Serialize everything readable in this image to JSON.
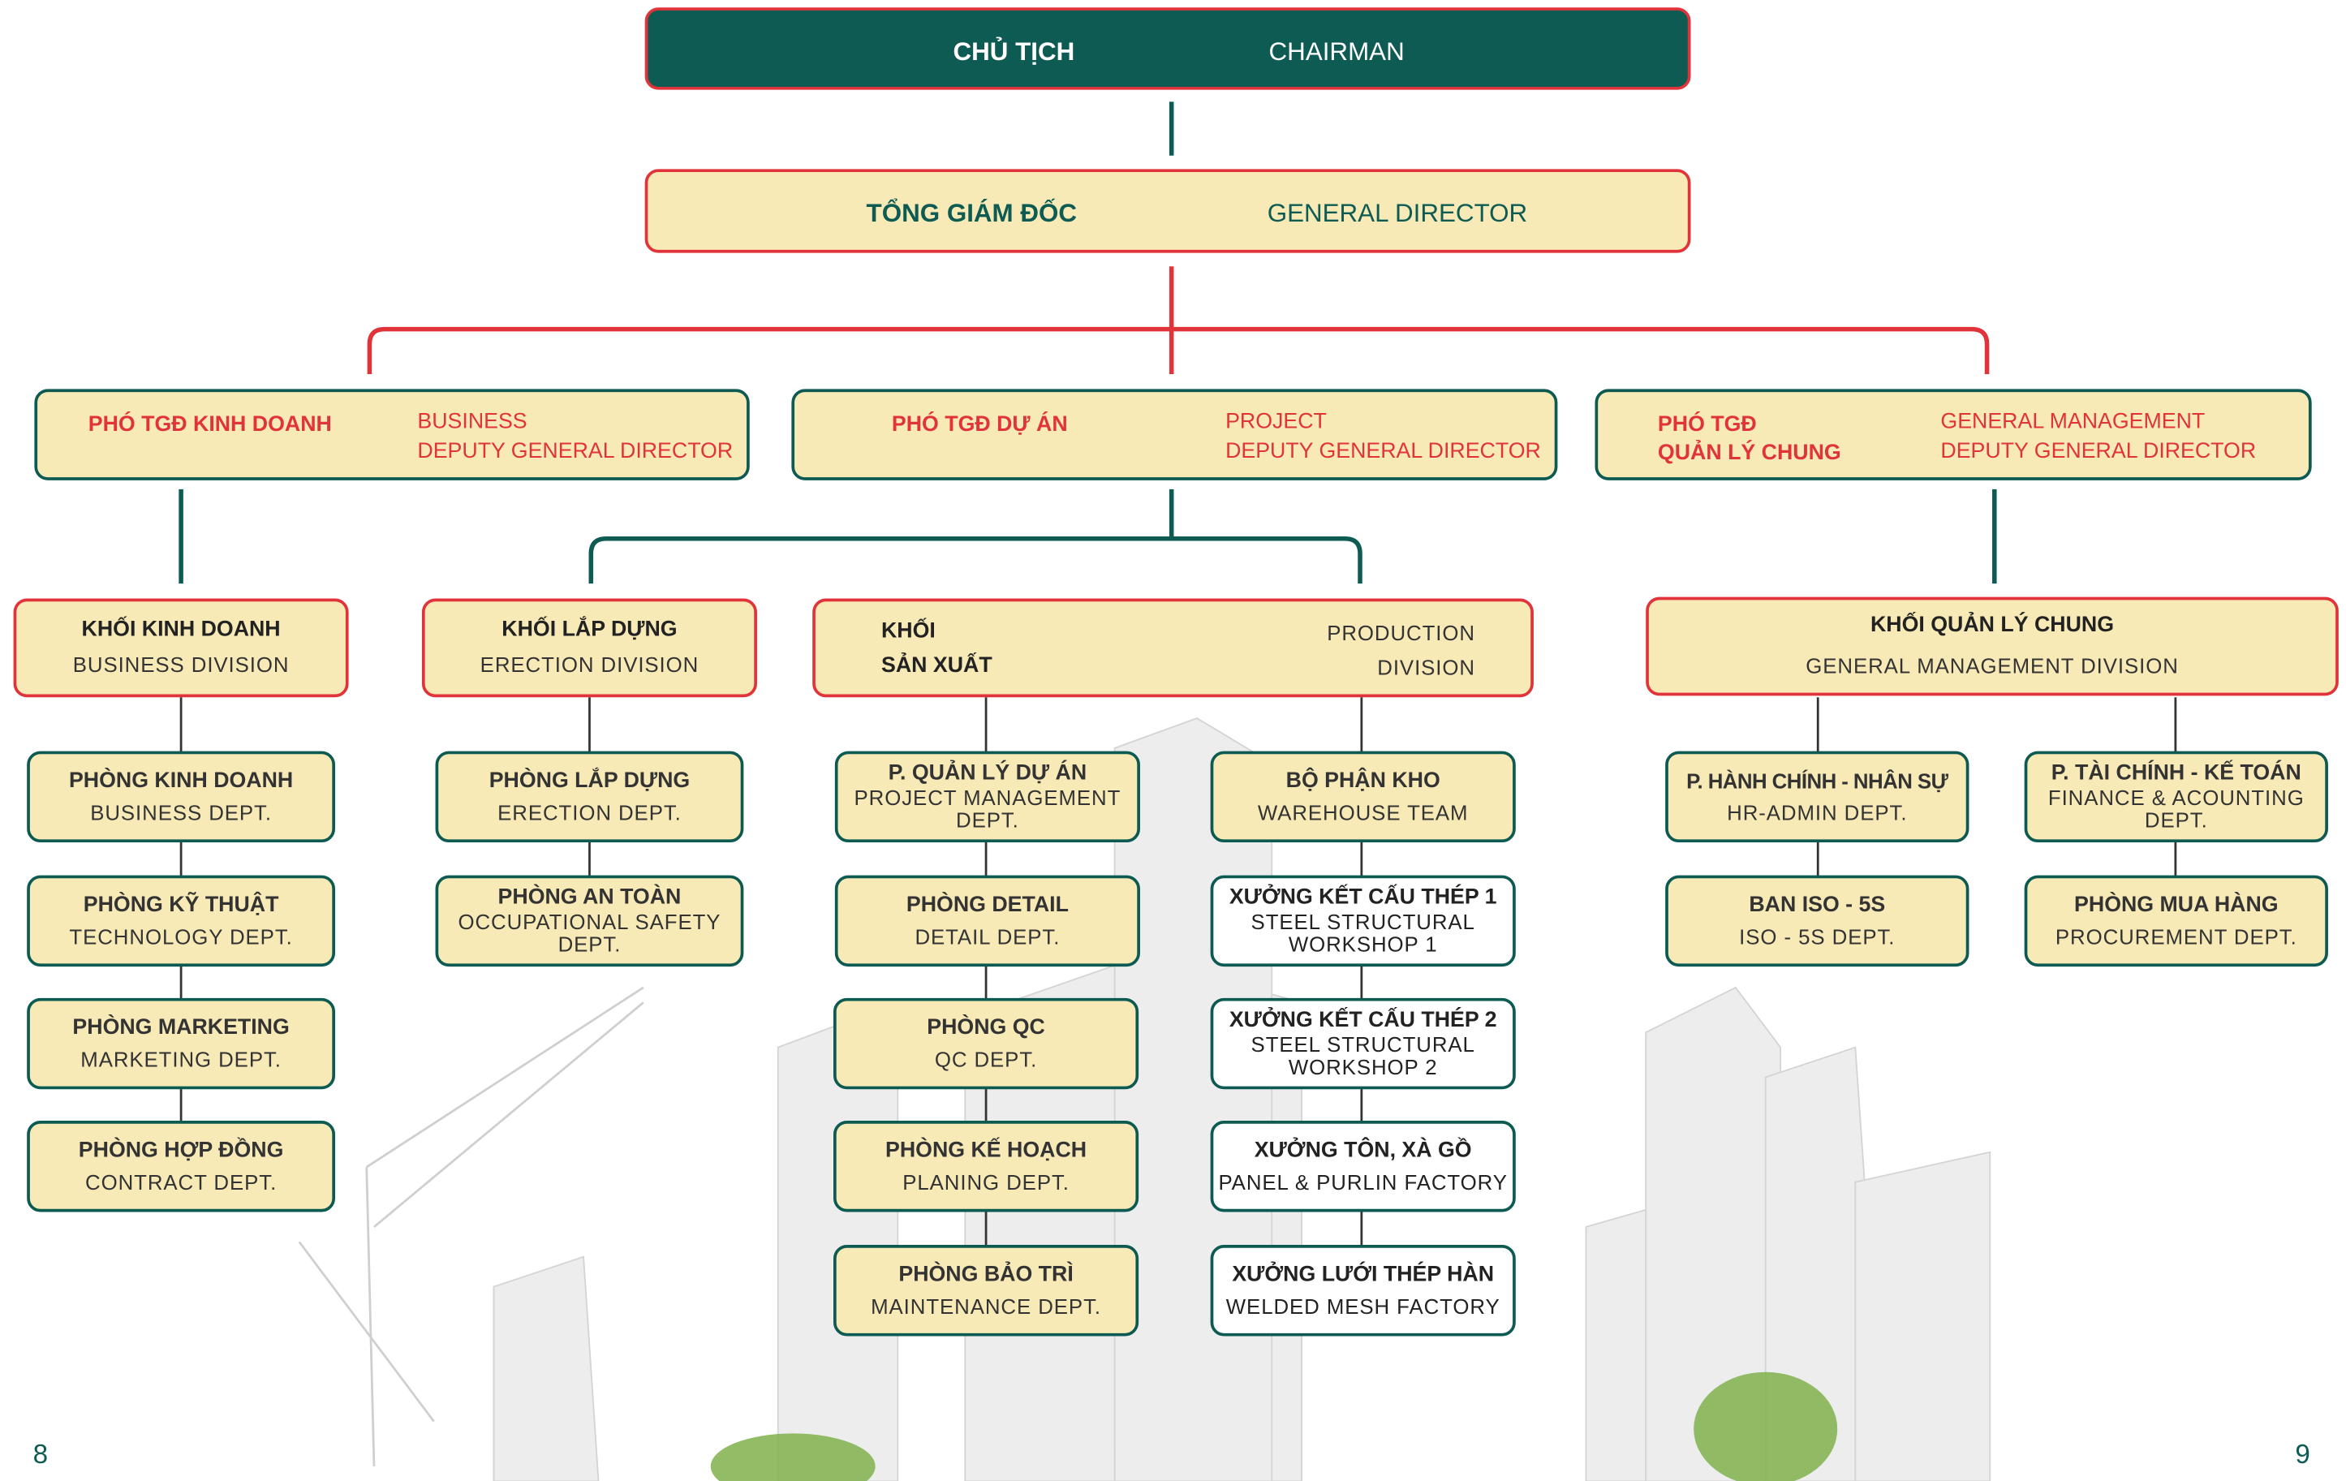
{
  "top": {
    "chairman": {
      "vi": "CHỦ TỊCH",
      "en": "CHAIRMAN"
    },
    "general_director": {
      "vi": "TỔNG GIÁM ĐỐC",
      "en": "GENERAL DIRECTOR"
    }
  },
  "deputies": {
    "business": {
      "vi": "PHÓ TGĐ KINH DOANH",
      "en1": "BUSINESS",
      "en2": "DEPUTY GENERAL DIRECTOR"
    },
    "project": {
      "vi": "PHÓ TGĐ DỰ ÁN",
      "en1": "PROJECT",
      "en2": "DEPUTY GENERAL DIRECTOR"
    },
    "general": {
      "vi1": "PHÓ TGĐ",
      "vi2": "QUẢN LÝ CHUNG",
      "en1": "GENERAL MANAGEMENT",
      "en2": "DEPUTY GENERAL DIRECTOR"
    }
  },
  "divisions": {
    "business": {
      "vi": "KHỐI KINH DOANH",
      "en": "BUSINESS DIVISION"
    },
    "erection": {
      "vi": "KHỐI LẮP DỰNG",
      "en": "ERECTION DIVISION"
    },
    "production": {
      "vi1": "KHỐI",
      "vi2": "SẢN XUẤT",
      "en1": "PRODUCTION",
      "en2": "DIVISION"
    },
    "general": {
      "vi": "KHỐI QUẢN LÝ CHUNG",
      "en": "GENERAL MANAGEMENT DIVISION"
    }
  },
  "business_depts": [
    {
      "vi": "PHÒNG KINH DOANH",
      "en": "BUSINESS DEPT."
    },
    {
      "vi": "PHÒNG KỸ THUẬT",
      "en": "TECHNOLOGY DEPT."
    },
    {
      "vi": "PHÒNG MARKETING",
      "en": "MARKETING DEPT."
    },
    {
      "vi": "PHÒNG HỢP ĐỒNG",
      "en": "CONTRACT DEPT."
    }
  ],
  "erection_depts": [
    {
      "vi": "PHÒNG LẮP DỰNG",
      "en": "ERECTION DEPT."
    },
    {
      "vi": "PHÒNG AN TOÀN",
      "en": "OCCUPATIONAL SAFETY",
      "en2": "DEPT."
    }
  ],
  "production_office_depts": [
    {
      "vi": "P. QUẢN LÝ DỰ ÁN",
      "en": "PROJECT MANAGEMENT",
      "en2": "DEPT."
    },
    {
      "vi": "PHÒNG DETAIL",
      "en": "DETAIL DEPT."
    },
    {
      "vi": "PHÒNG QC",
      "en": "QC DEPT."
    },
    {
      "vi": "PHÒNG KẾ HOẠCH",
      "en": "PLANING DEPT."
    },
    {
      "vi": "PHÒNG BẢO TRÌ",
      "en": "MAINTENANCE DEPT."
    }
  ],
  "production_factories": [
    {
      "vi": "BỘ PHẬN KHO",
      "en": "WAREHOUSE TEAM"
    },
    {
      "vi": "XƯỞNG KẾT CẤU THÉP 1",
      "en": "STEEL STRUCTURAL",
      "en2": "WORKSHOP 1"
    },
    {
      "vi": "XƯỞNG KẾT CẤU THÉP 2",
      "en": "STEEL STRUCTURAL",
      "en2": "WORKSHOP 2"
    },
    {
      "vi": "XƯỞNG TÔN, XÀ GỒ",
      "en": "PANEL & PURLIN FACTORY"
    },
    {
      "vi": "XƯỞNG LƯỚI THÉP HÀN",
      "en": "WELDED MESH FACTORY"
    }
  ],
  "general_depts_left": [
    {
      "vi": "P. HÀNH CHÍNH - NHÂN SỰ",
      "en": "HR-ADMIN DEPT."
    },
    {
      "vi": "BAN ISO - 5S",
      "en": "ISO - 5S DEPT."
    }
  ],
  "general_depts_right": [
    {
      "vi": "P. TÀI CHÍNH - KẾ TOÁN",
      "en": "FINANCE & ACOUNTING",
      "en2": "DEPT."
    },
    {
      "vi": "PHÒNG MUA HÀNG",
      "en": "PROCUREMENT DEPT."
    }
  ],
  "page_numbers": {
    "left": "8",
    "right": "9"
  },
  "colors": {
    "dark_green": "#0d5b53",
    "red": "#e0333a",
    "cream": "#f7eab6"
  }
}
